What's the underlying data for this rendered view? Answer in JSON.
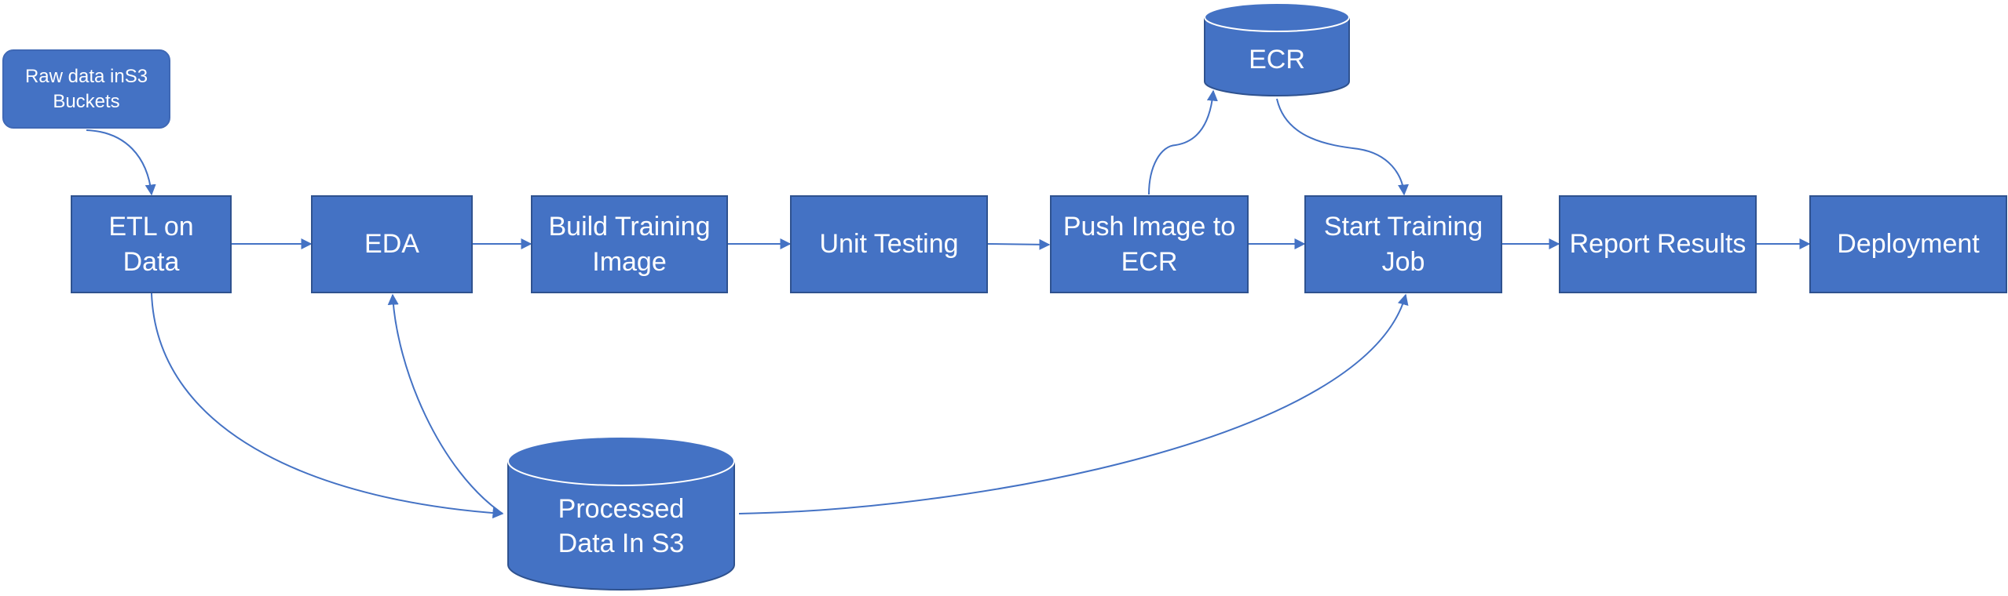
{
  "colors": {
    "fill": "#4472c4",
    "border": "#2f528f",
    "text": "#ffffff",
    "connector": "#4472c4"
  },
  "nodes": {
    "raw_data": "Raw data inS3 Buckets",
    "etl": "ETL on Data",
    "eda": "EDA",
    "build": "Build Training Image",
    "unit": "Unit Testing",
    "push": "Push Image to ECR",
    "start": "Start Training Job",
    "report": "Report Results",
    "deploy": "Deployment",
    "ecr": "ECR",
    "processed": "Processed Data In S3"
  },
  "edges": [
    {
      "from": "raw_data",
      "to": "etl"
    },
    {
      "from": "etl",
      "to": "eda"
    },
    {
      "from": "eda",
      "to": "build"
    },
    {
      "from": "build",
      "to": "unit"
    },
    {
      "from": "unit",
      "to": "push"
    },
    {
      "from": "push",
      "to": "start"
    },
    {
      "from": "start",
      "to": "report"
    },
    {
      "from": "report",
      "to": "deploy"
    },
    {
      "from": "push",
      "to": "ecr"
    },
    {
      "from": "ecr",
      "to": "start"
    },
    {
      "from": "etl",
      "to": "processed"
    },
    {
      "from": "processed",
      "to": "eda"
    },
    {
      "from": "processed",
      "to": "start"
    }
  ]
}
